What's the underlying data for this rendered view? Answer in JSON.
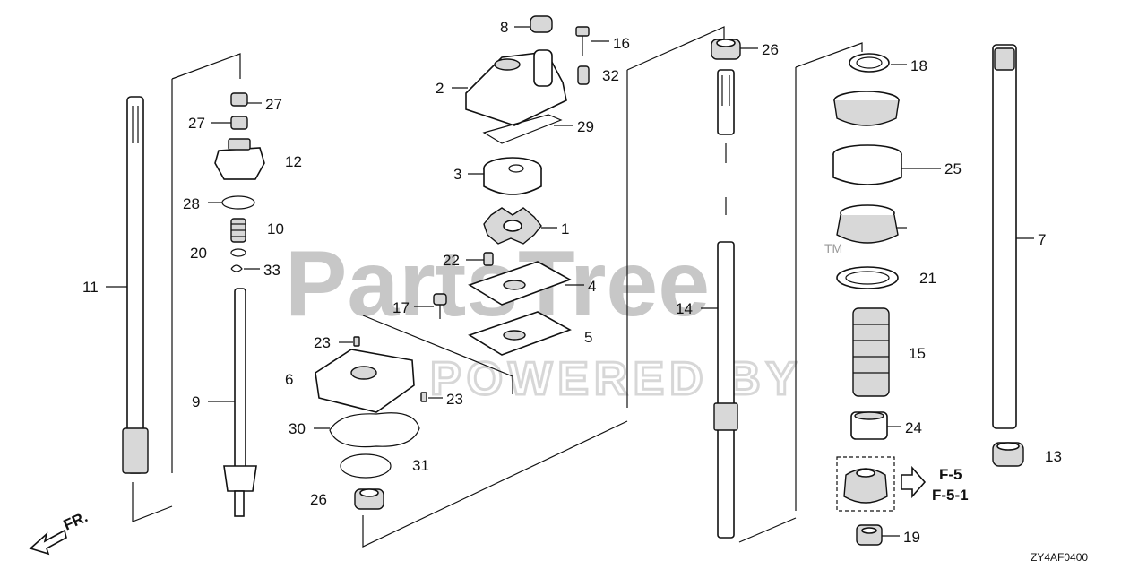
{
  "watermark": {
    "brand": "PartsTree",
    "tm": "TM",
    "sub": "POWERED BY"
  },
  "diagram_code": "ZY4AF0400",
  "direction_label": "FR.",
  "reference": {
    "line1": "F-5",
    "line2": "F-5-1"
  },
  "labels": {
    "p1": "1",
    "p2": "2",
    "p3": "3",
    "p4": "4",
    "p5": "5",
    "p6": "6",
    "p7": "7",
    "p8": "8",
    "p9": "9",
    "p10": "10",
    "p11": "11",
    "p12": "12",
    "p13": "13",
    "p14": "14",
    "p15": "15",
    "p16": "16",
    "p17": "17",
    "p18": "18",
    "p19": "19",
    "p20": "20",
    "p21": "21",
    "p22": "22",
    "p23a": "23",
    "p23b": "23",
    "p24": "24",
    "p25": "25",
    "p26a": "26",
    "p26b": "26",
    "p27a": "27",
    "p27b": "27",
    "p28": "28",
    "p29": "29",
    "p30": "30",
    "p31": "31",
    "p32": "32",
    "p33": "33"
  }
}
